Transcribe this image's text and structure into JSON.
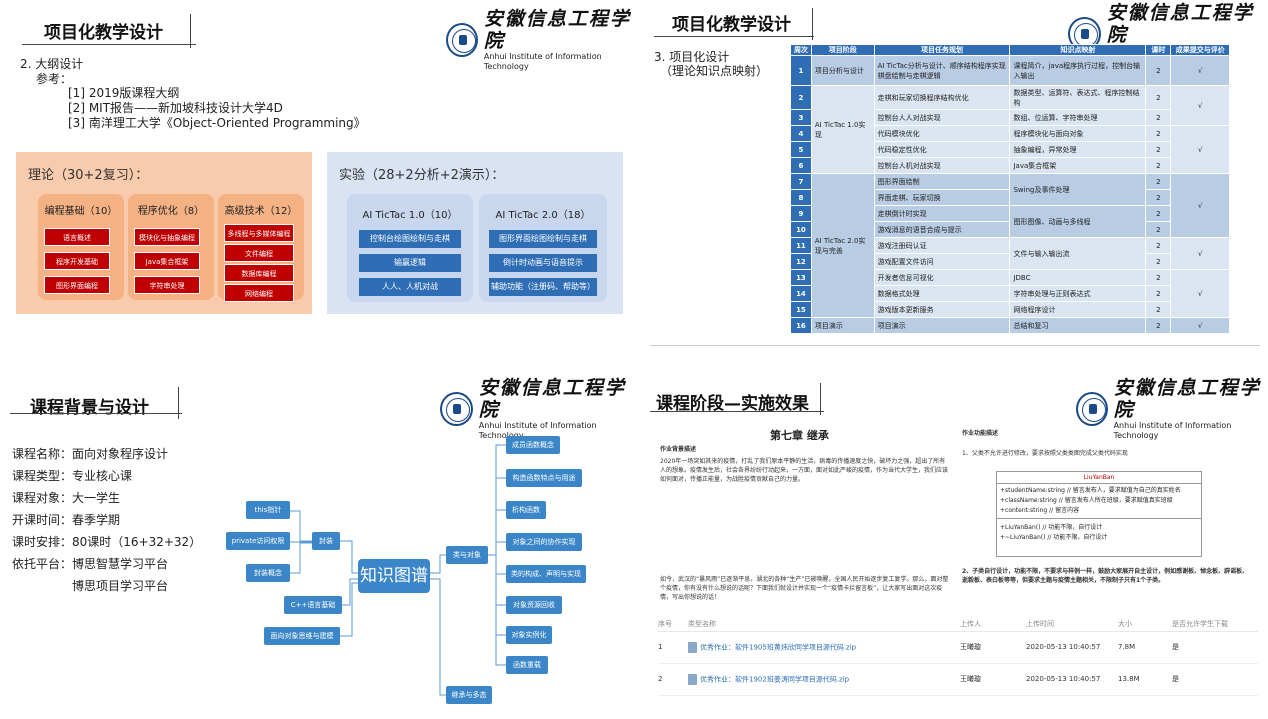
{
  "logo": {
    "cn": "安徽信息工程学院",
    "en": "Anhui Institute of Information Technology"
  },
  "slide1": {
    "title": "项目化教学设计",
    "heading": "2. 大纲设计",
    "ref_label": "参考：",
    "refs": [
      "[1] 2019版课程大纲",
      "[2] MIT报告——新加坡科技设计大学4D",
      "[3] 南洋理工大学《Object-Oriented Programming》"
    ],
    "theory": {
      "title": "理论（30+2复习）：",
      "groups": [
        {
          "name": "编程基础（10）",
          "items": [
            "语言概述",
            "程序开发基础",
            "图形界面编程"
          ]
        },
        {
          "name": "程序优化（8）",
          "items": [
            "模块化与抽象编程",
            "Java集合框架",
            "字符串处理"
          ]
        },
        {
          "name": "高级技术（12）",
          "items": [
            "多线程与多媒体编程",
            "文件编程",
            "数据库编程",
            "网络编程"
          ]
        }
      ]
    },
    "lab": {
      "title": "实验（28+2分析+2演示）：",
      "groups": [
        {
          "name": "AI TicTac 1.0（10）",
          "items": [
            "控制台绘图绘制与走棋",
            "输赢逻辑",
            "人人、人机对战"
          ]
        },
        {
          "name": "AI TicTac 2.0（18）",
          "items": [
            "图形界面绘图绘制与走棋",
            "倒计时动画与语音提示",
            "辅助功能（注册码、帮助等）"
          ]
        }
      ]
    }
  },
  "slide2": {
    "title": "项目化教学设计",
    "heading": "3. 项目化设计",
    "sub": "（理论知识点映射）",
    "headers": [
      "周次",
      "项目阶段",
      "项目任务规划",
      "知识点映射",
      "课时",
      "成果提交与评价"
    ],
    "stage1": "项目分析与设计",
    "stage2": "AI  TicTac  1.0实现",
    "stage3": "AI  TicTac  2.0实现与完善",
    "stage4": "项目演示",
    "rows": [
      {
        "n": "1",
        "task": "AI TicTac分析与设计、顺序结构程序实现棋盘绘制与走棋逻辑",
        "know": "课程简介，java程序执行过程，控制台输入输出",
        "h": "2"
      },
      {
        "n": "2",
        "task": "走棋和玩家切换程序结构优化",
        "know": "数据类型、运算符、表达式、程序控制结构",
        "h": "2"
      },
      {
        "n": "3",
        "task": "控制台人人对战实现",
        "know": "数组、位运算、字符串处理",
        "h": "2"
      },
      {
        "n": "4",
        "task": "代码模块优化",
        "know": "程序模块化与面向对象",
        "h": "2"
      },
      {
        "n": "5",
        "task": "代码稳定性优化",
        "know": "抽象编程，异常处理",
        "h": "2"
      },
      {
        "n": "6",
        "task": "控制台人机对战实现",
        "know": "Java集合框架",
        "h": "2"
      },
      {
        "n": "7",
        "task": "图形界面绘制",
        "know": "Swing及事件处理",
        "h": "2"
      },
      {
        "n": "8",
        "task": "界面走棋、玩家切换",
        "know": "",
        "h": "2"
      },
      {
        "n": "9",
        "task": "走棋倒计时实现",
        "know": "图形图像、动画与多线程",
        "h": "2"
      },
      {
        "n": "10",
        "task": "游戏消息的语音合成与提示",
        "know": "",
        "h": "2"
      },
      {
        "n": "11",
        "task": "游戏注册码认证",
        "know": "文件与输入输出流",
        "h": "2"
      },
      {
        "n": "12",
        "task": "游戏配置文件访问",
        "know": "",
        "h": "2"
      },
      {
        "n": "13",
        "task": "开发者信息可视化",
        "know": "JDBC",
        "h": "2"
      },
      {
        "n": "14",
        "task": "数据格式处理",
        "know": "字符串处理与正则表达式",
        "h": "2"
      },
      {
        "n": "15",
        "task": "游戏版本更新服务",
        "know": "网络程序设计",
        "h": "2"
      },
      {
        "n": "16",
        "task": "项目演示",
        "know": "总结和复习",
        "h": "2"
      }
    ],
    "check": "√"
  },
  "slide3": {
    "title": "课程背景与设计",
    "info": [
      "课程名称：面向对象程序设计",
      "课程类型：专业核心课",
      "课程对象：大一学生",
      "开课时间：春季学期",
      "课时安排：80课时（16+32+32）",
      "依托平台：博思智慧学习平台",
      "博思项目学习平台"
    ],
    "center": "知识图谱",
    "left_nodes": [
      "this指针",
      "private访问权限",
      "封装概念",
      "封装",
      "C++语言基础",
      "面向对象思维与建模"
    ],
    "mid_node": "类与对象",
    "right_nodes": [
      "成员函数概念",
      "构造函数特点与用途",
      "析构函数",
      "对象之间的协作实现",
      "类的构成、声明与实现",
      "对象资源回收",
      "对象实例化",
      "函数重载"
    ],
    "bottom_node": "继承与多态"
  },
  "slide4": {
    "title": "课程阶段—实施效果",
    "chapter": "第七章 继承",
    "bg_title": "作业背景描述",
    "bg_text": "2020年一场突如其来的疫情，打乱了我们原本平静的生活，病毒的传播速度之快，破坏力之强，超出了所有人的想象。疫情发生后，社会各界纷纷行动起来，一方面，面对如此严峻的疫情，作为当代大学生，我们应该如何面对，传播正能量，为战胜疫情贡献自己的力量。",
    "bg_text2": "如今，武汉的“暴风雨”已逐渐平息，湖北的各种“生产”已被唤醒，全国人民开始逐步复工复学。那么，面对整个疫情，你有没有什么想说的话呢？下面我们就设计并实现一个“疫情卡拦留言板”，让大家写出面对这次疫情，写出你想说的话！",
    "req_title": "作业功能描述",
    "req1": "1、父类不允许进行修改，要求按照父类类图完成父类代码实现",
    "uml_class": "LiuYanBan",
    "uml_fields": [
      "+studentName:string // 留言发布人，要求赋值为自己的真实姓名",
      "+className:string // 留言发布人所在班级，要求赋值真实班级",
      "+content:string // 留言内容"
    ],
    "uml_methods": [
      "+LiuYanBan() // 功能不限，自行设计",
      "+~LiuYanBan() // 功能不限，自行设计"
    ],
    "req2": "2、子类自行设计，功能不限，不要求与样例一样，鼓励大家展开自主设计，例如感谢板、悼念板、辟谣板、逝毅板、表白板等等，但要求主题与疫情主题相关，不限制子只有1个子类。",
    "table_headers": [
      "序号",
      "类型名称",
      "上传人",
      "上传时间",
      "大小",
      "是否允许学生下载"
    ],
    "files": [
      {
        "n": "1",
        "name": "优秀作业：软件1905班黄炜欣同学项目源代码.zip",
        "user": "王曦璇",
        "time": "2020-05-13 10:40:57",
        "size": "7.8M",
        "dl": "是"
      },
      {
        "n": "2",
        "name": "优秀作业：软件1902班姜涛同学项目源代码.zip",
        "user": "王曦璇",
        "time": "2020-05-13 10:40:57",
        "size": "13.8M",
        "dl": "是"
      }
    ]
  }
}
